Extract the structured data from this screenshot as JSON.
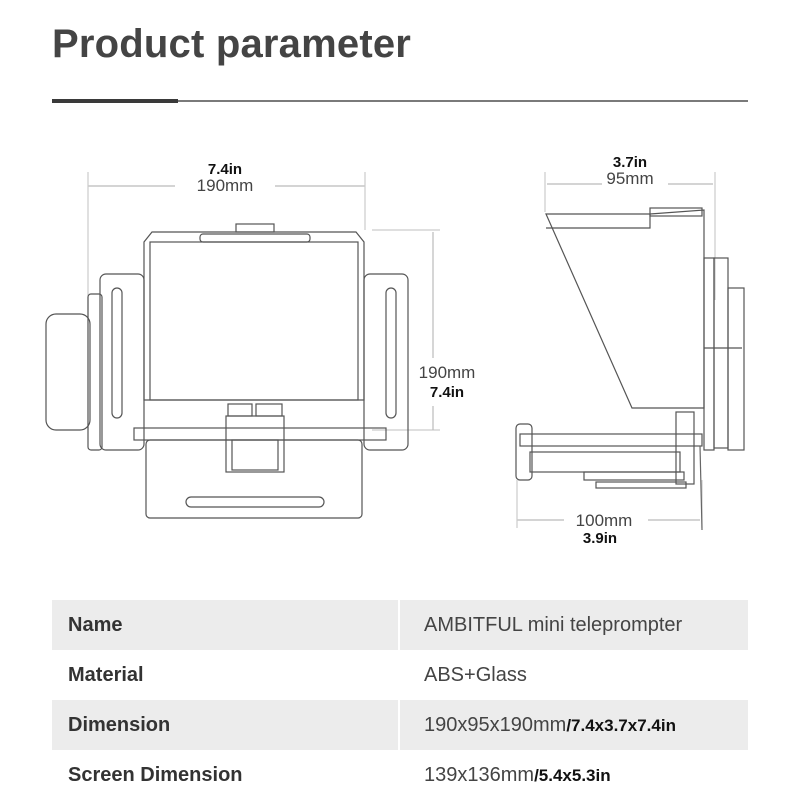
{
  "header": {
    "title": "Product parameter"
  },
  "front_view": {
    "width_in": "7.4in",
    "width_mm": "190mm",
    "height_mm": "190mm",
    "height_in": "7.4in"
  },
  "side_view": {
    "depth_in": "3.7in",
    "depth_mm": "95mm",
    "base_mm": "100mm",
    "base_in": "3.9in"
  },
  "specs": {
    "rows": [
      {
        "label": "Name",
        "value": "AMBITFUL mini teleprompter",
        "value_bold": ""
      },
      {
        "label": "Material",
        "value": "ABS+Glass",
        "value_bold": ""
      },
      {
        "label": "Dimension",
        "value": "190x95x190mm",
        "value_bold": "/7.4x3.7x7.4in"
      },
      {
        "label": "Screen Dimension",
        "value": "139x136mm",
        "value_bold": "/5.4x5.3in"
      }
    ]
  },
  "colors": {
    "row_shade": "#ececec",
    "line": "#555555",
    "title": "#444444"
  }
}
